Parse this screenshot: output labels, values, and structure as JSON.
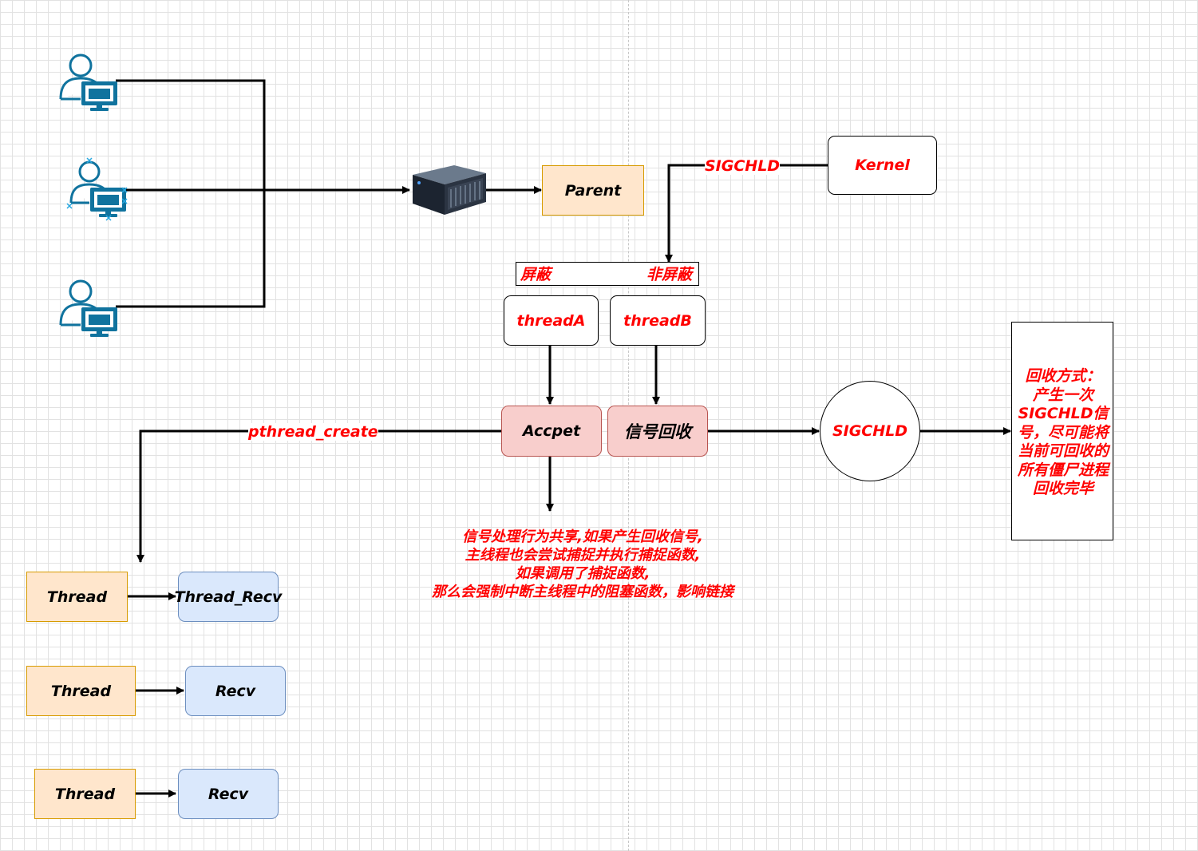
{
  "nodes": {
    "parent": "Parent",
    "kernel": "Kernel",
    "mask_left": "屏蔽",
    "mask_right": "非屏蔽",
    "thread_a": "threadA",
    "thread_b": "threadB",
    "accept": "Accpet",
    "signal_reap": "信号回收",
    "sigchld_circle": "SIGCHLD",
    "thread_1": "Thread",
    "recv_1": "Thread_Recv",
    "thread_2": "Thread",
    "recv_2": "Recv",
    "thread_3": "Thread",
    "recv_3": "Recv"
  },
  "edge_labels": {
    "sigchld": "SIGCHLD",
    "pthread_create": "pthread_create"
  },
  "reap_note": [
    "回收方式：",
    "产生一次",
    "SIGCHLD信",
    "号，尽可能将",
    "当前可回收的",
    "所有僵尸进程",
    "回收完毕"
  ],
  "signal_note": [
    "信号处理行为共享,如果产生回收信号,",
    "主线程也会尝试捕捉并执行捕捉函数,",
    "如果调用了捕捉函数,",
    "那么会强制中断主线程中的阻塞函数，影响链接"
  ],
  "icons": [
    "user-computer-icon",
    "server-icon"
  ],
  "colors": {
    "accent_text": "#ff0000",
    "orange_fill": "#ffe6cc",
    "pink_fill": "#f8cecc",
    "blue_fill": "#dae8fc",
    "user_icon": "#10739e"
  }
}
